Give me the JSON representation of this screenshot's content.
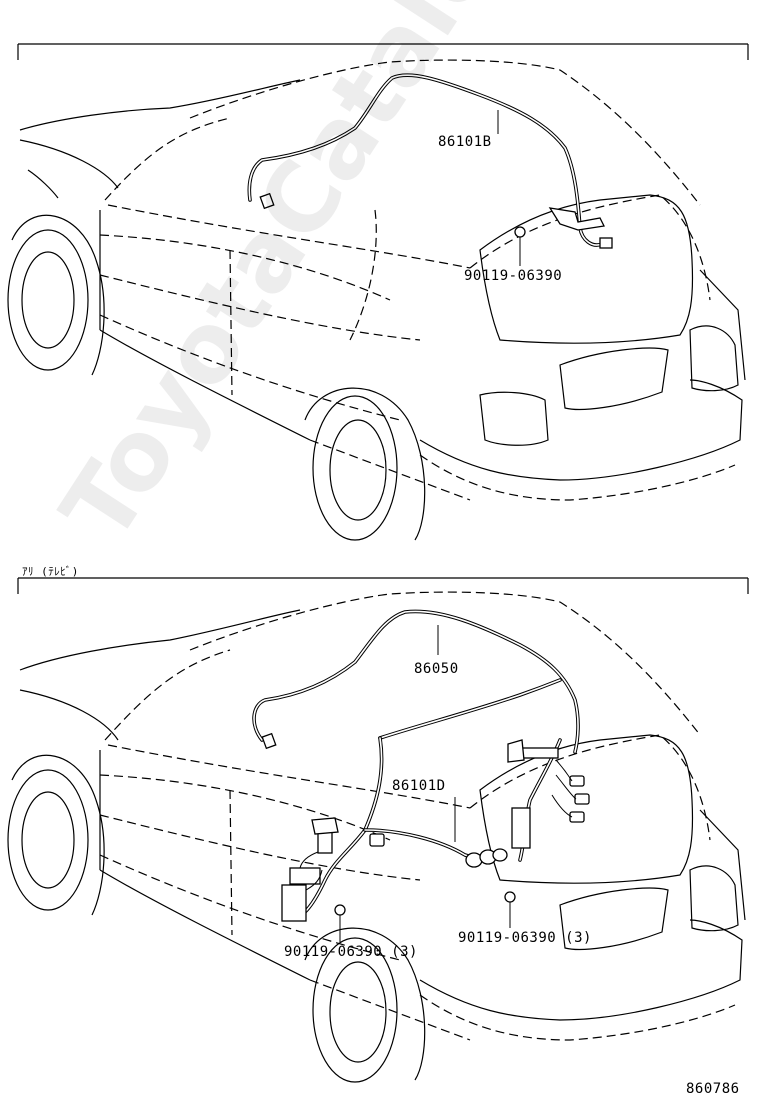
{
  "top_panel": {
    "callouts": [
      {
        "id": "wire",
        "text": "86101B"
      },
      {
        "id": "bolt",
        "text": "90119-06390"
      }
    ]
  },
  "bottom_panel": {
    "header": "ｱﾘ (ﾃﾚﾋﾞ)",
    "callouts": [
      {
        "id": "cable",
        "text": "86050"
      },
      {
        "id": "wire",
        "text": "86101D"
      },
      {
        "id": "bolt_left",
        "text": "90119-06390 (3)"
      },
      {
        "id": "bolt_right",
        "text": "90119-06390 (3)"
      }
    ]
  },
  "figure_number": "860786",
  "watermark": "ToyotaCatalog.ru"
}
